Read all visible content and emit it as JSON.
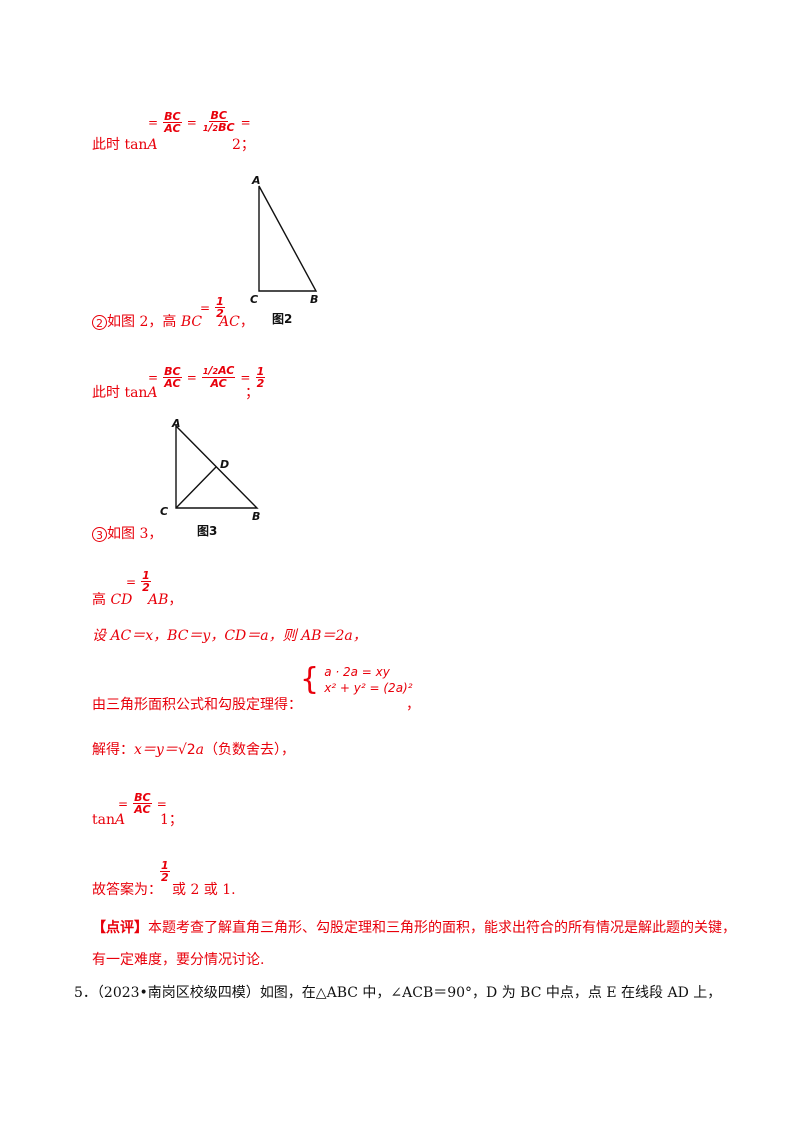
{
  "line1": {
    "prefix": "此时 tan",
    "var": "A",
    "f1_num": "BC",
    "f1_den": "AC",
    "f2_num": "BC",
    "f2_den_coef_num": "1",
    "f2_den_coef_den": "2",
    "f2_den": "BC",
    "result": "2；"
  },
  "fig1": {
    "A": "A",
    "C": "C",
    "B": "B",
    "caption": "图2"
  },
  "line2": {
    "circle": "2",
    "text": "如图 2，高 ",
    "bc": "BC",
    "frac_num": "1",
    "frac_den": "2",
    "ac": "AC",
    "tail": "，"
  },
  "line3": {
    "prefix": "此时 tan",
    "var": "A",
    "f1_num": "BC",
    "f1_den": "AC",
    "f2_num_coef_num": "1",
    "f2_num_coef_den": "2",
    "f2_num": "AC",
    "f2_den": "AC",
    "r_num": "1",
    "r_den": "2",
    "tail": "；"
  },
  "fig2": {
    "A": "A",
    "D": "D",
    "C": "C",
    "B": "B",
    "caption": "图3"
  },
  "line4": {
    "circle": "3",
    "text": "如图 3，"
  },
  "line5": {
    "text": "高 ",
    "cd": "CD",
    "frac_num": "1",
    "frac_den": "2",
    "ab": "AB",
    "tail": "，"
  },
  "line6": {
    "text": "设 AC＝x，BC＝y，CD＝a，则 AB＝2a，"
  },
  "line7": {
    "text": "由三角形面积公式和勾股定理得：",
    "eq1": "a · 2a = xy",
    "eq2": "x² + y² = (2a)²",
    "tail": "，"
  },
  "line8": {
    "prefix": "解得：",
    "xy": "x＝y＝",
    "sqrt": "√2",
    "a": "a",
    "note": "（负数舍去），"
  },
  "line9": {
    "prefix": "tan",
    "var": "A",
    "f_num": "BC",
    "f_den": "AC",
    "result": "1；"
  },
  "line10": {
    "prefix": "故答案为：",
    "frac_num": "1",
    "frac_den": "2",
    "tail": "或 2 或 1."
  },
  "comment": {
    "tag": "【点评】",
    "body1": "本题考查了解直角三角形、勾股定理和三角形的面积，能求出符合的所有情况是解此题的关键，",
    "body2": "有一定难度，要分情况讨论."
  },
  "q5": {
    "number": "5．",
    "source": "（2023•南岗区校级四模）",
    "text": "如图，在△ABC 中，∠ACB＝90°，D 为 BC 中点，点 E 在线段 AD 上，"
  }
}
